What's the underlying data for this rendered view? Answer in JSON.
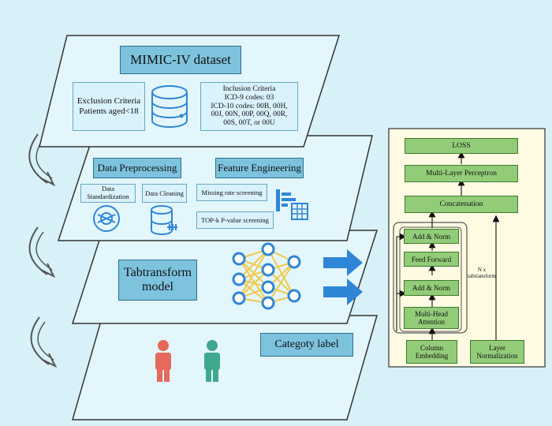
{
  "pipeline": {
    "dataset_title": "MIMIC-IV dataset",
    "exclusion": "Exclusion Criteria\nPatients aged<18",
    "inclusion": "Inclusion Criteria\nICD-9 codes: 03\nICD-10 codes: 00B, 00H,\n00J, 00N, 00P, 00Q, 00R,\n00S, 00T, or 00U",
    "preprocessing_title": "Data Preprocessing",
    "feature_title": "Feature Engineering",
    "standardization": "Data\nStandardization",
    "cleaning": "Data Cleaning",
    "missing_rate": "Missing rate screening",
    "topk": "TOP-k P-value screening",
    "model_title": "Tabtransform\nmodel",
    "label_title": "Categoty label"
  },
  "architecture": {
    "loss": "LOSS",
    "mlp": "Multi-Layer Perceptron",
    "concat": "Concatenation",
    "add_norm_top": "Add & Norm",
    "feed_forward": "Feed Forward",
    "add_norm_bottom": "Add & Norm",
    "attention": "Multi-Head\nAttention",
    "column_embedding": "Column\nEmbedding",
    "layer_norm": "Layer\nNormalization",
    "n_label": "N x\ntabtransform"
  },
  "colors": {
    "background": "#d8f1f8",
    "panel_fill": "#e3f6fb",
    "box_blue": "#7dc3dd",
    "arch_panel": "#fffbe3",
    "arch_green": "#92cc79",
    "accent_blue": "#2f86d6",
    "person_red": "#e46a5c",
    "person_green": "#3fa88f"
  },
  "icons": [
    "database-icon",
    "gear-icon",
    "chart-icon",
    "neural-network-icon",
    "person-icon"
  ]
}
